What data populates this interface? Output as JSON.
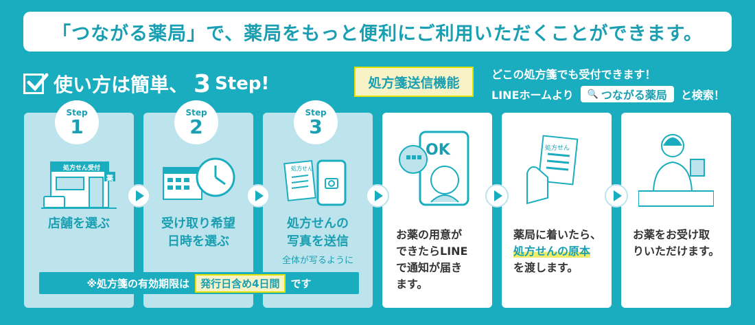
{
  "banner": {
    "accent": "「つながる薬局」",
    "rest": "で、薬局をもっと便利にご利用いただくことができます。"
  },
  "step_header": {
    "title": "使い方は簡単、",
    "num": "3",
    "word": "Step!"
  },
  "feature": {
    "badge": "処方箋送信機能",
    "line1": "どこの処方箋でも受付できます！",
    "line2_prefix": "LINEホームより",
    "search_term": "つながる薬局",
    "line2_suffix": "と検索！"
  },
  "steps": [
    {
      "word": "Step",
      "num": "1",
      "label1": "店舗を選ぶ",
      "label2": "",
      "sign": "処方せん受付",
      "badge": "薬"
    },
    {
      "word": "Step",
      "num": "2",
      "label1": "受け取り希望",
      "label2": "日時を選ぶ"
    },
    {
      "word": "Step",
      "num": "3",
      "label1": "処方せんの",
      "label2": "写真を送信",
      "sub": "全体が写るように",
      "doc": "処方せん"
    }
  ],
  "validity": {
    "prefix": "※処方箋の有効期限は",
    "highlight": "発行日含め4日間",
    "suffix": "です"
  },
  "info_cards": [
    {
      "ok": "OK",
      "lines": [
        "お薬の用意が",
        "できたらLINE",
        "で通知が届き",
        "ます。"
      ]
    },
    {
      "doc": "処方せん",
      "l1": "薬局に着いたら、",
      "hl": "処方せんの原本",
      "l3": "を渡します。"
    },
    {
      "lines": [
        "お薬をお受け取",
        "りいただけます。"
      ]
    }
  ],
  "colors": {
    "background": "#1aacbf",
    "light_card": "#bde4ec",
    "accent": "#1a9fb2",
    "highlight_yellow": "#f0ec6a"
  }
}
